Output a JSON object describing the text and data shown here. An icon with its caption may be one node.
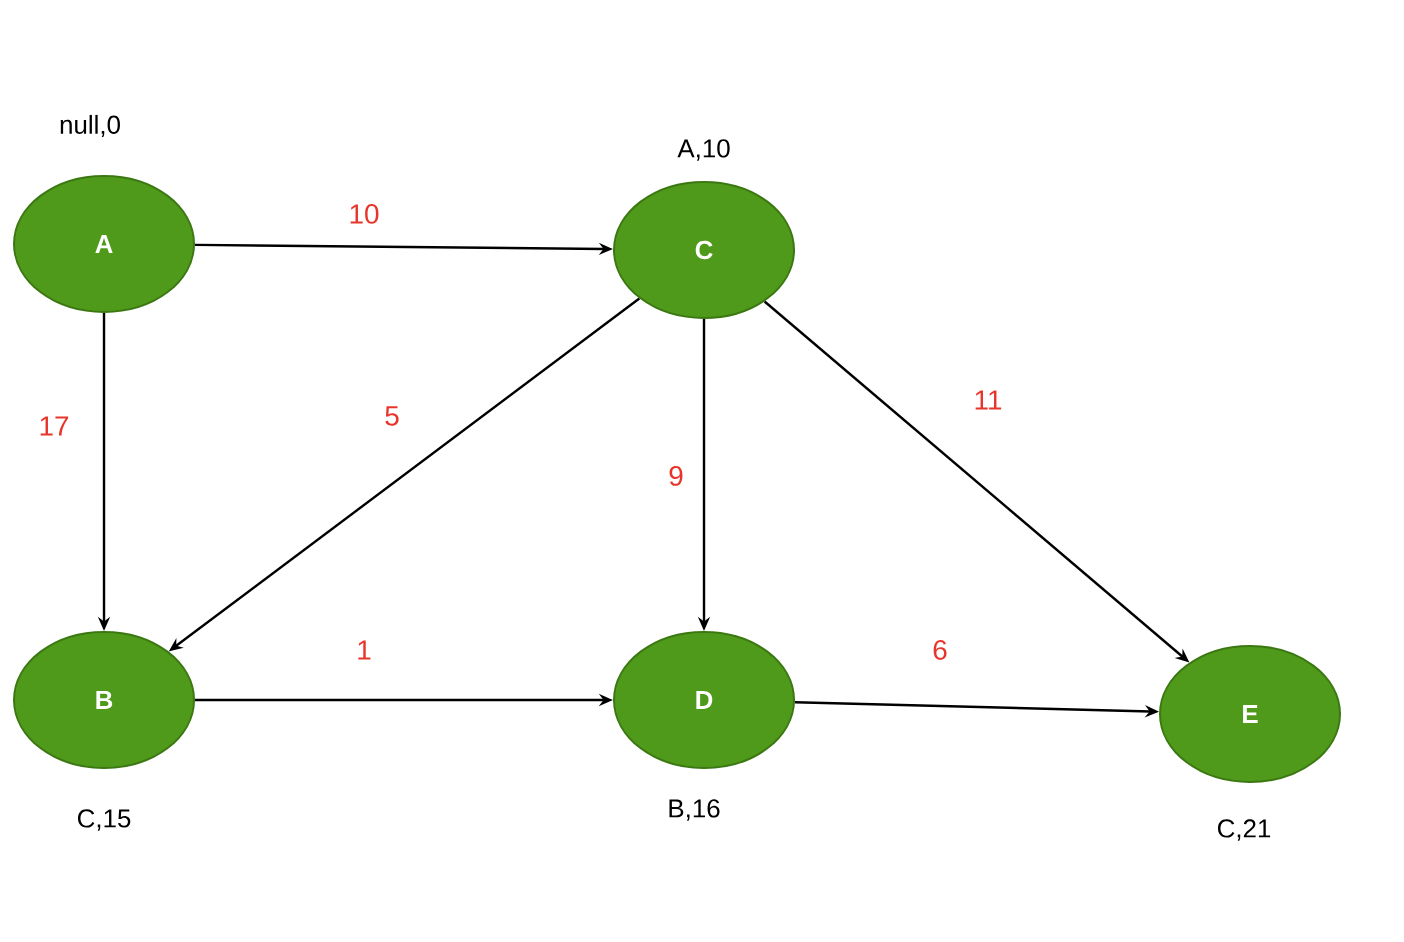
{
  "diagram": {
    "nodes": [
      {
        "text": [
          "A"
        ],
        "beside": [
          "null,0"
        ]
      },
      {
        "text": [
          "C"
        ],
        "beside": [
          "A,10"
        ]
      },
      {
        "text": [
          "B"
        ],
        "beside": [
          "C,15"
        ]
      },
      {
        "text": [
          "D"
        ],
        "beside": [
          "B,16"
        ]
      },
      {
        "text": [
          "E"
        ],
        "beside": [
          "C,21"
        ]
      }
    ],
    "edges": [
      {
        "from": 0,
        "to": 1,
        "arrow": "to",
        "label": "10"
      },
      {
        "from": 0,
        "to": 2,
        "arrow": "to",
        "label": "17"
      },
      {
        "from": 1,
        "to": 2,
        "arrow": "to",
        "label": "5"
      },
      {
        "from": 1,
        "to": 3,
        "arrow": "to",
        "label": "9"
      },
      {
        "from": 1,
        "to": 4,
        "arrow": "to",
        "label": "11"
      },
      {
        "from": 2,
        "to": 3,
        "arrow": "to",
        "label": "1"
      },
      {
        "from": 3,
        "to": 4,
        "arrow": "to",
        "label": "6"
      }
    ]
  }
}
